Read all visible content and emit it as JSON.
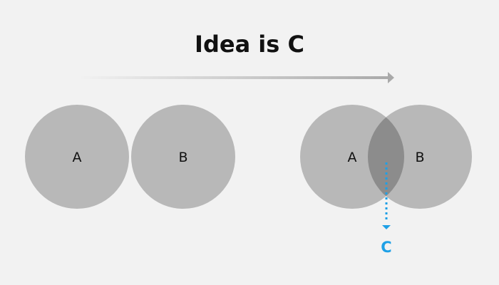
{
  "title": "Idea is C",
  "labels": {
    "left_a": "A",
    "left_b": "B",
    "right_a": "A",
    "right_b": "B",
    "result": "C"
  },
  "colors": {
    "background": "#f2f2f2",
    "circle": "#b8b8b8",
    "overlap": "#8c8c8c",
    "arrow": "#a9a9a9",
    "accent": "#1ea0e6",
    "text": "#111111"
  }
}
